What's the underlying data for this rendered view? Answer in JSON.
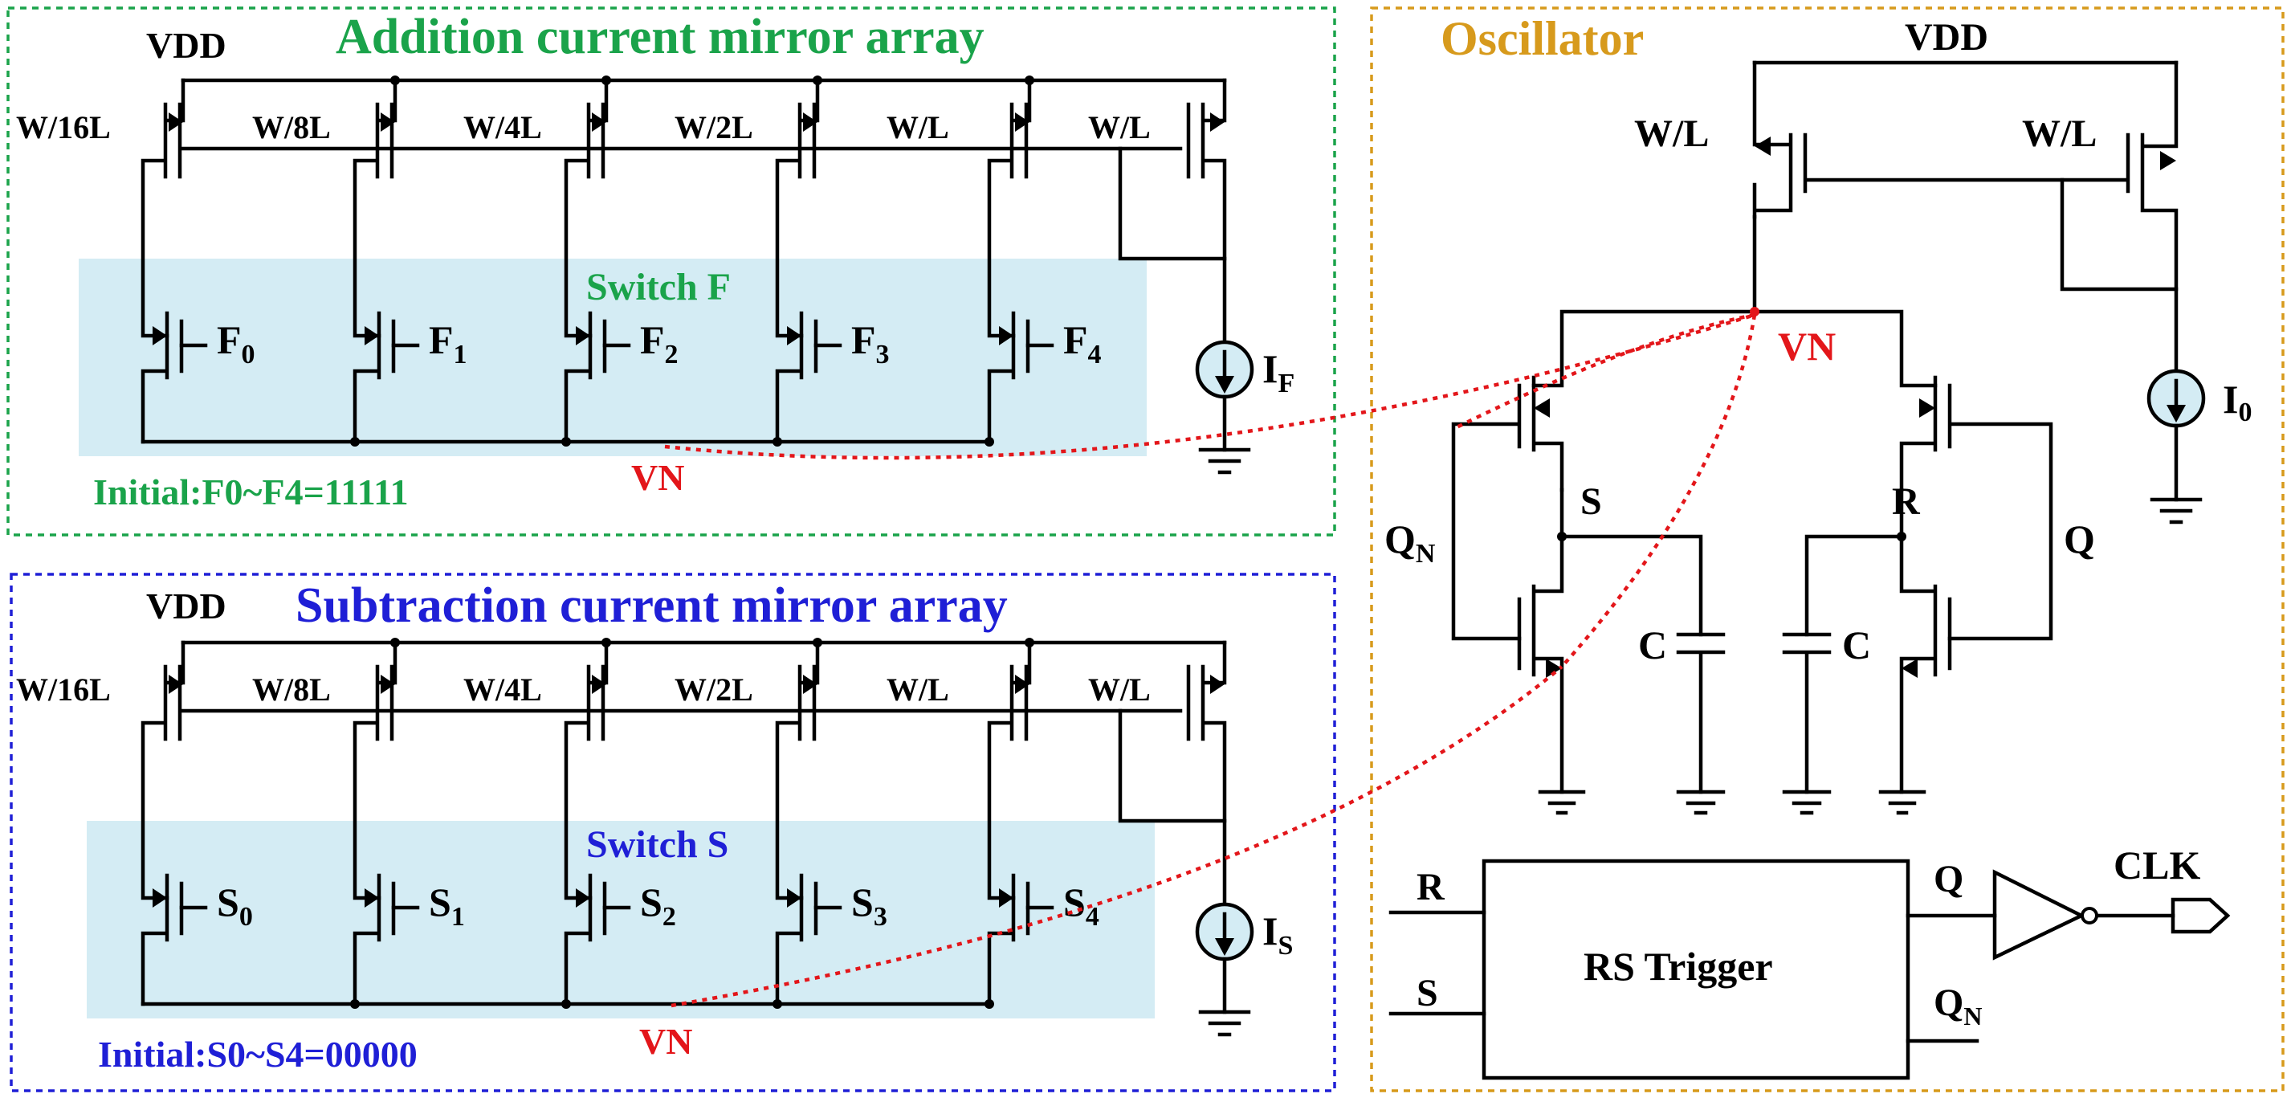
{
  "colors": {
    "addition": "#1aa34a",
    "subtraction": "#1f1fd6",
    "oscillator": "#d79a1c",
    "vn": "#e3161a",
    "switch_fill": "#d4ecf4"
  },
  "addition": {
    "title": "Addition current mirror array",
    "vdd": "VDD",
    "sizes": [
      "W/16L",
      "W/8L",
      "W/4L",
      "W/2L",
      "W/L",
      "W/L"
    ],
    "switch_label": "Switch F",
    "switch_prefix": "F",
    "switch_subs": [
      "0",
      "1",
      "2",
      "3",
      "4"
    ],
    "source_main": "I",
    "source_sub": "F",
    "vn": "VN",
    "initial": "Initial:F0~F4=11111"
  },
  "subtraction": {
    "title": "Subtraction current mirror array",
    "vdd": "VDD",
    "sizes": [
      "W/16L",
      "W/8L",
      "W/4L",
      "W/2L",
      "W/L",
      "W/L"
    ],
    "switch_label": "Switch S",
    "switch_prefix": "S",
    "switch_subs": [
      "0",
      "1",
      "2",
      "3",
      "4"
    ],
    "source_main": "I",
    "source_sub": "S",
    "vn": "VN",
    "initial": "Initial:S0~S4=00000"
  },
  "oscillator": {
    "title": "Oscillator",
    "vdd": "VDD",
    "size_left": "W/L",
    "size_right": "W/L",
    "vn": "VN",
    "source_main": "I",
    "source_sub": "0",
    "qn_main": "Q",
    "qn_sub": "N",
    "q": "Q",
    "s": "S",
    "r": "R",
    "cap_left": "C",
    "cap_right": "C",
    "rs_title": "RS Trigger",
    "rs_in_r": "R",
    "rs_in_s": "S",
    "rs_out_q": "Q",
    "rs_out_qn_main": "Q",
    "rs_out_qn_sub": "N",
    "clk": "CLK"
  }
}
